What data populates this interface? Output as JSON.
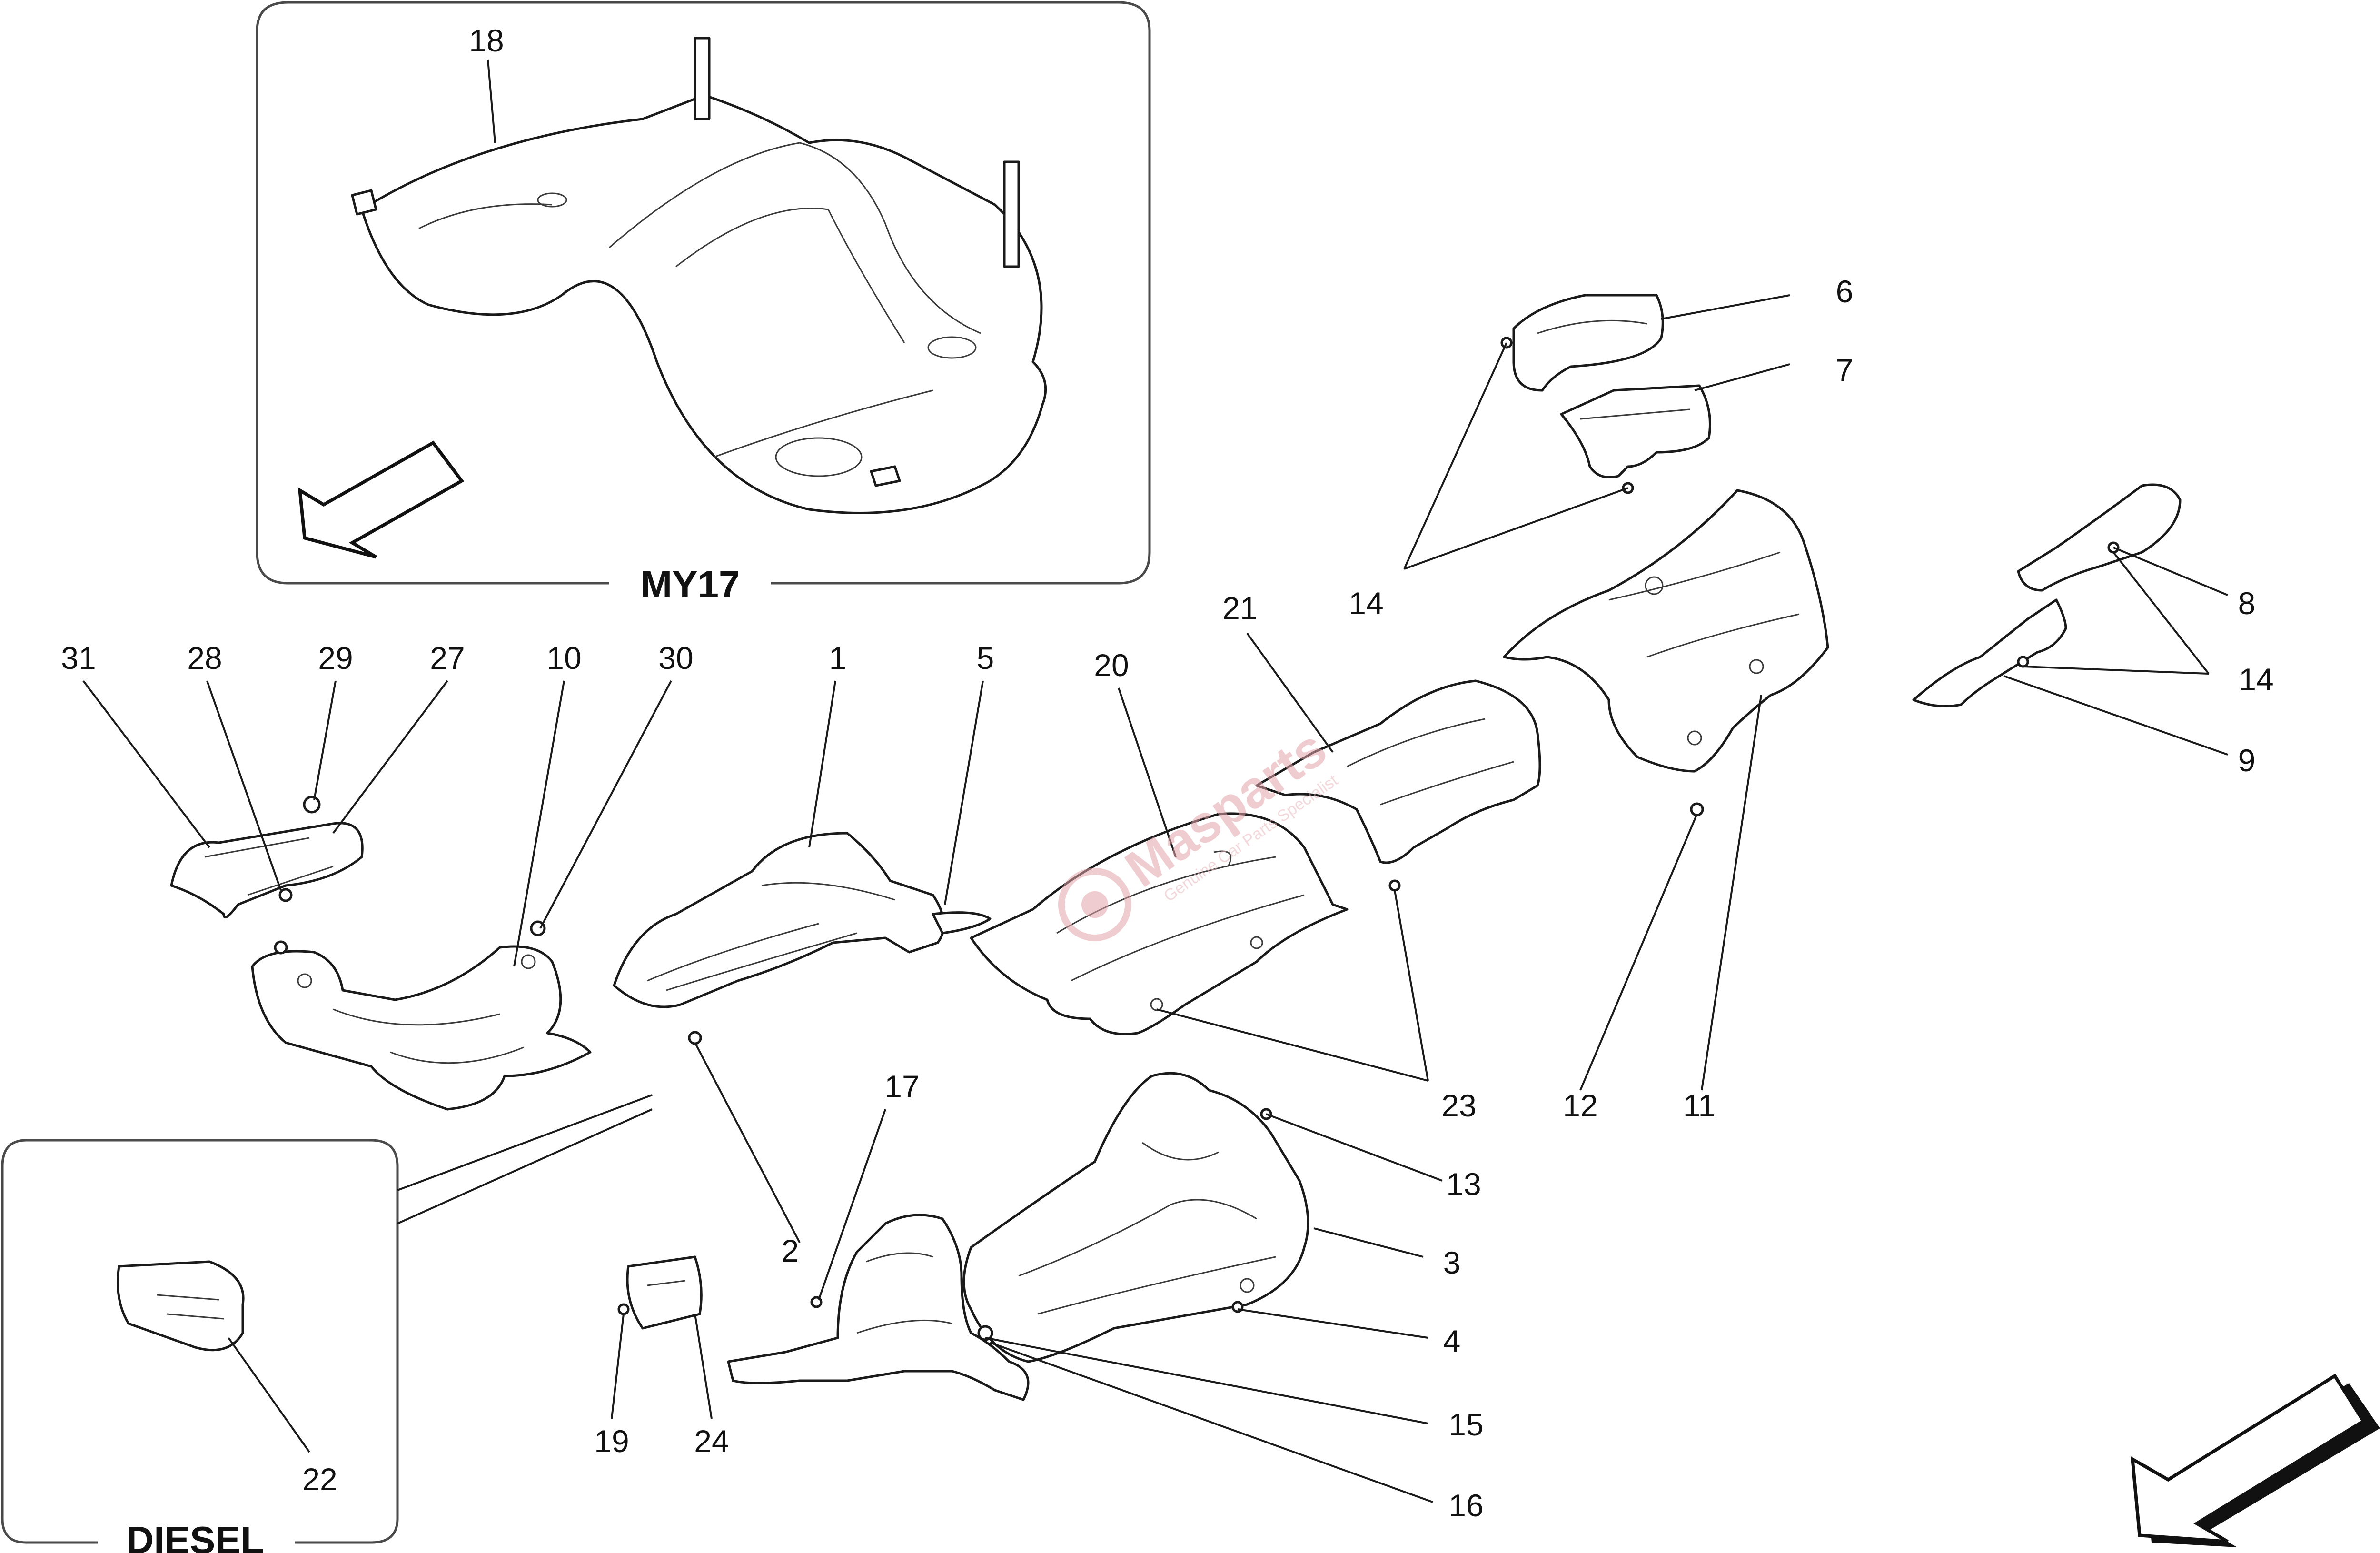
{
  "diagram": {
    "callouts": [
      "1",
      "2",
      "3",
      "4",
      "5",
      "6",
      "7",
      "8",
      "9",
      "10",
      "11",
      "12",
      "13",
      "14",
      "15",
      "16",
      "17",
      "18",
      "19",
      "20",
      "21",
      "22",
      "23",
      "24",
      "27",
      "28",
      "29",
      "30",
      "31"
    ],
    "group_labels": {
      "my17": "MY17",
      "diesel": "DIESEL"
    },
    "watermark": {
      "brand": "Masparts",
      "tagline": "Genuine Car Parts Specialist"
    },
    "colors": {
      "line": "#1a1a1a",
      "watermark": "#e2a3a8"
    }
  }
}
